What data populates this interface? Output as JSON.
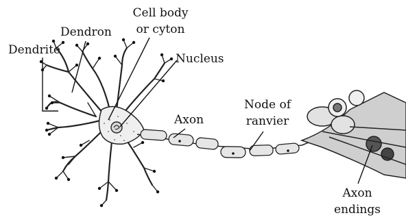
{
  "diagram": {
    "labels": {
      "cell_body_line1": "Cell body",
      "cell_body_line2": "or cyton",
      "dendron": "Dendron",
      "dendrite": "Dendrite",
      "nucleus": "Nucleus",
      "axon": "Axon",
      "node_line1": "Node of",
      "node_line2": "ranvier",
      "endings_line1": "Axon",
      "endings_line2": "endings"
    }
  }
}
